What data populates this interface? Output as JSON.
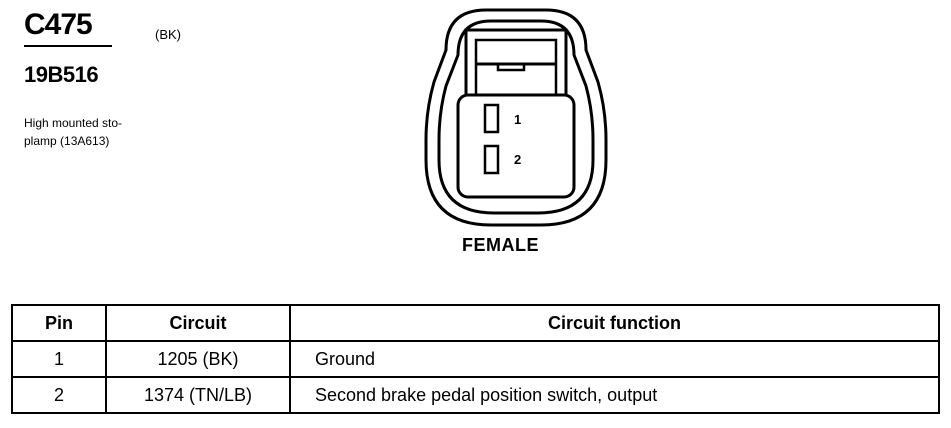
{
  "connector": {
    "id": "C475",
    "color": "(BK)",
    "part_number": "19B516",
    "description_lines": [
      "High mounted sto-",
      "plamp (13A613)"
    ],
    "gender": "FEMALE",
    "pin_labels": [
      "1",
      "2"
    ]
  },
  "table": {
    "headers": [
      "Pin",
      "Circuit",
      "Circuit function"
    ],
    "rows": [
      [
        "1",
        "1205 (BK)",
        "Ground"
      ],
      [
        "2",
        "1374 (TN/LB)",
        "Second brake pedal position switch, output"
      ]
    ]
  }
}
